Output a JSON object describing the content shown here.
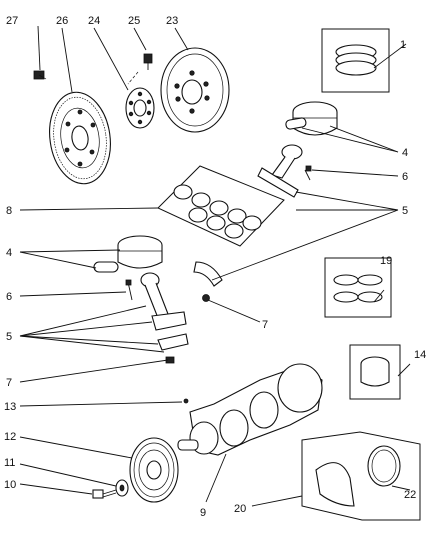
{
  "callouts": {
    "c1": "1",
    "c4a": "4",
    "c6a": "6",
    "c5a": "5",
    "c8": "8",
    "c4b": "4",
    "c6b": "6",
    "c5b": "5",
    "c7a": "7",
    "c7b": "7",
    "c19": "19",
    "c14": "14",
    "c13": "13",
    "c12": "12",
    "c11": "11",
    "c10": "10",
    "c9": "9",
    "c20": "20",
    "c22": "22",
    "c27": "27",
    "c26": "26",
    "c24": "24",
    "c25": "25",
    "c23": "23"
  }
}
